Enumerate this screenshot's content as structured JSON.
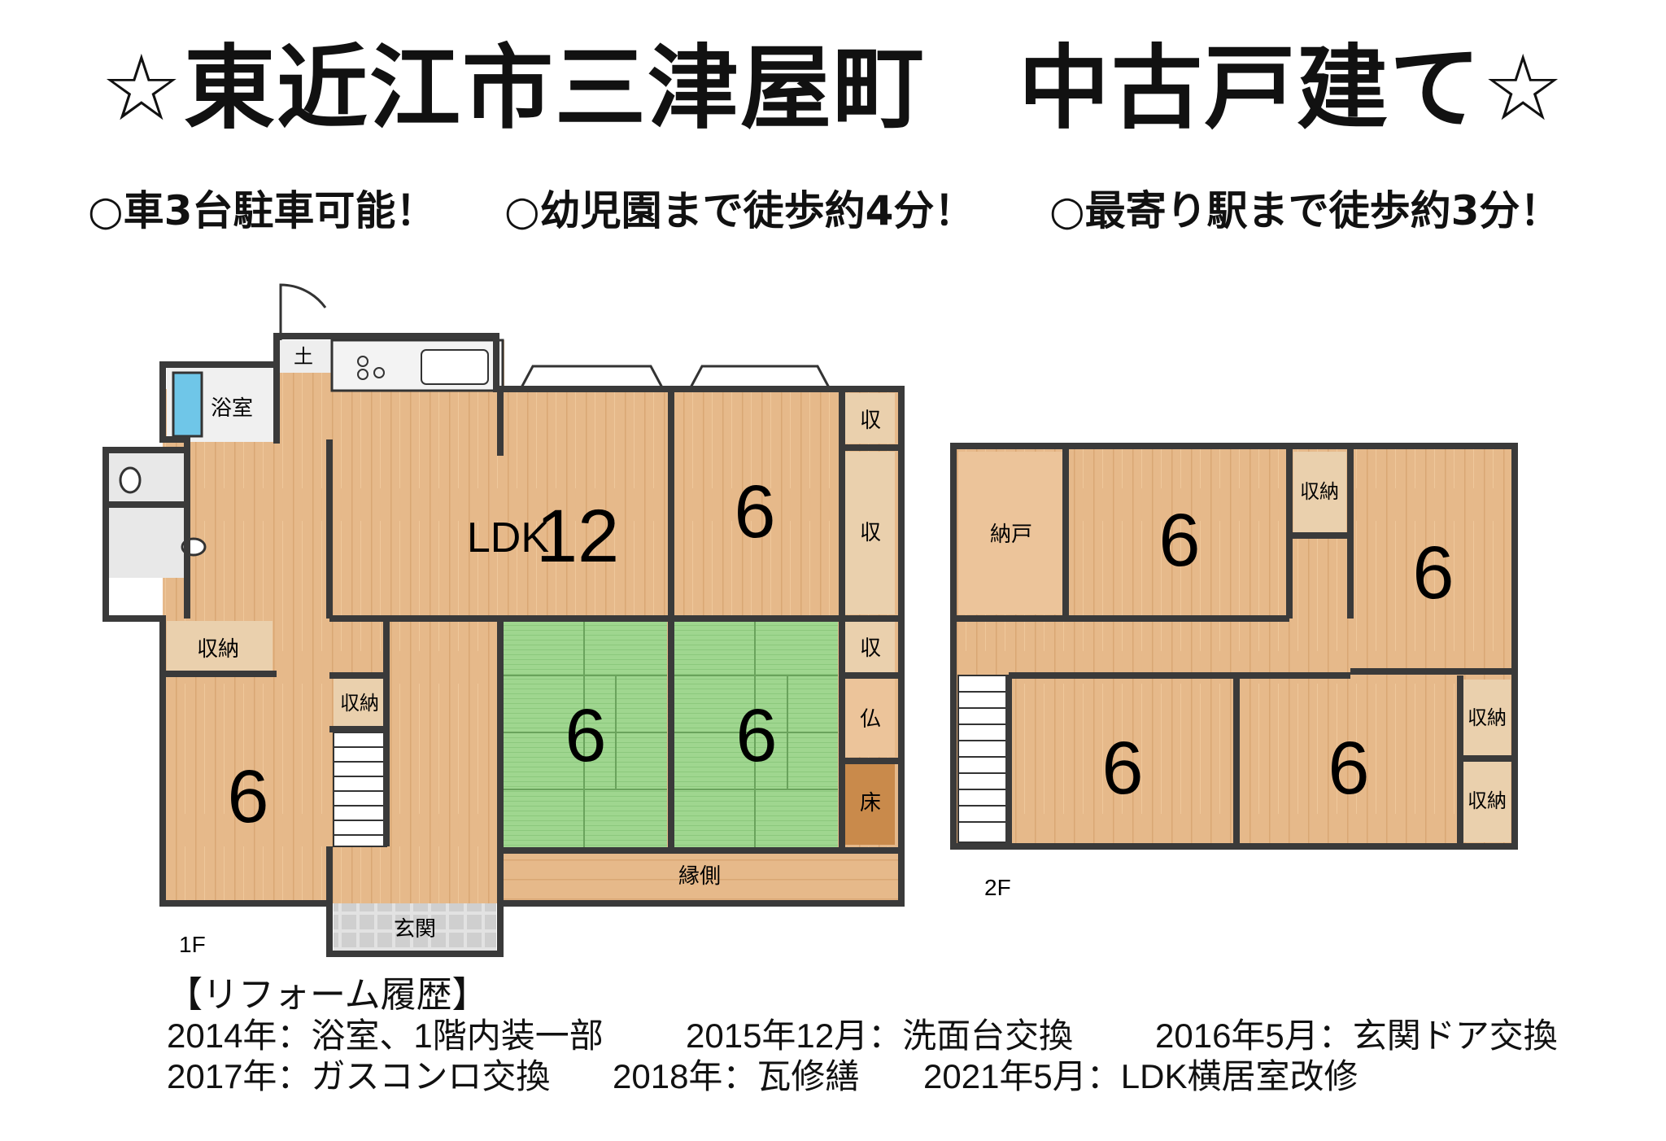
{
  "title": "☆東近江市三津屋町　中古戸建て☆",
  "features": [
    "○車3台駐車可能！",
    "○幼児園まで徒歩約4分！",
    "○最寄り駅まで徒歩約3分！"
  ],
  "floor1": {
    "label": "1F",
    "rooms": {
      "ldk": {
        "name": "LDK",
        "size": "12"
      },
      "west_room": {
        "size": "6"
      },
      "tatami1": {
        "size": "6"
      },
      "tatami2": {
        "size": "6"
      },
      "ne_room": {
        "size": "6"
      },
      "bath": "浴室",
      "doma": "土",
      "storage_w": "収納",
      "storage_hall": "収納",
      "closet_top": "収",
      "closet_mid": "収",
      "closet_low": "収",
      "butsuma": "仏",
      "tokonoma": "床",
      "engawa": "縁側",
      "genkan": "玄関"
    }
  },
  "floor2": {
    "label": "2F",
    "rooms": {
      "nando": "納戸",
      "room_a": {
        "size": "6"
      },
      "room_b": {
        "size": "6"
      },
      "room_c": {
        "size": "6"
      },
      "room_d": {
        "size": "6"
      },
      "storage_top": "収納",
      "storage_r1": "収納",
      "storage_r2": "収納"
    }
  },
  "reform_history": {
    "heading": "【リフォーム履歴】",
    "lines": [
      [
        "2014年：浴室、1階内装一部",
        "2015年12月：洗面台交換",
        "2016年5月：玄関ドア交換"
      ],
      [
        "2017年：ガスコンロ交換",
        "2018年：瓦修繕",
        "2021年5月：LDK横居室改修"
      ]
    ]
  },
  "colors": {
    "wood": "#e6b98a",
    "tatami": "#9ed58e",
    "wall": "#3a3a3a",
    "closet": "#e9c9a1",
    "tile": "#d8d8d8",
    "bath_blue": "#6fc6e8",
    "dark_wood": "#c98a4b"
  }
}
